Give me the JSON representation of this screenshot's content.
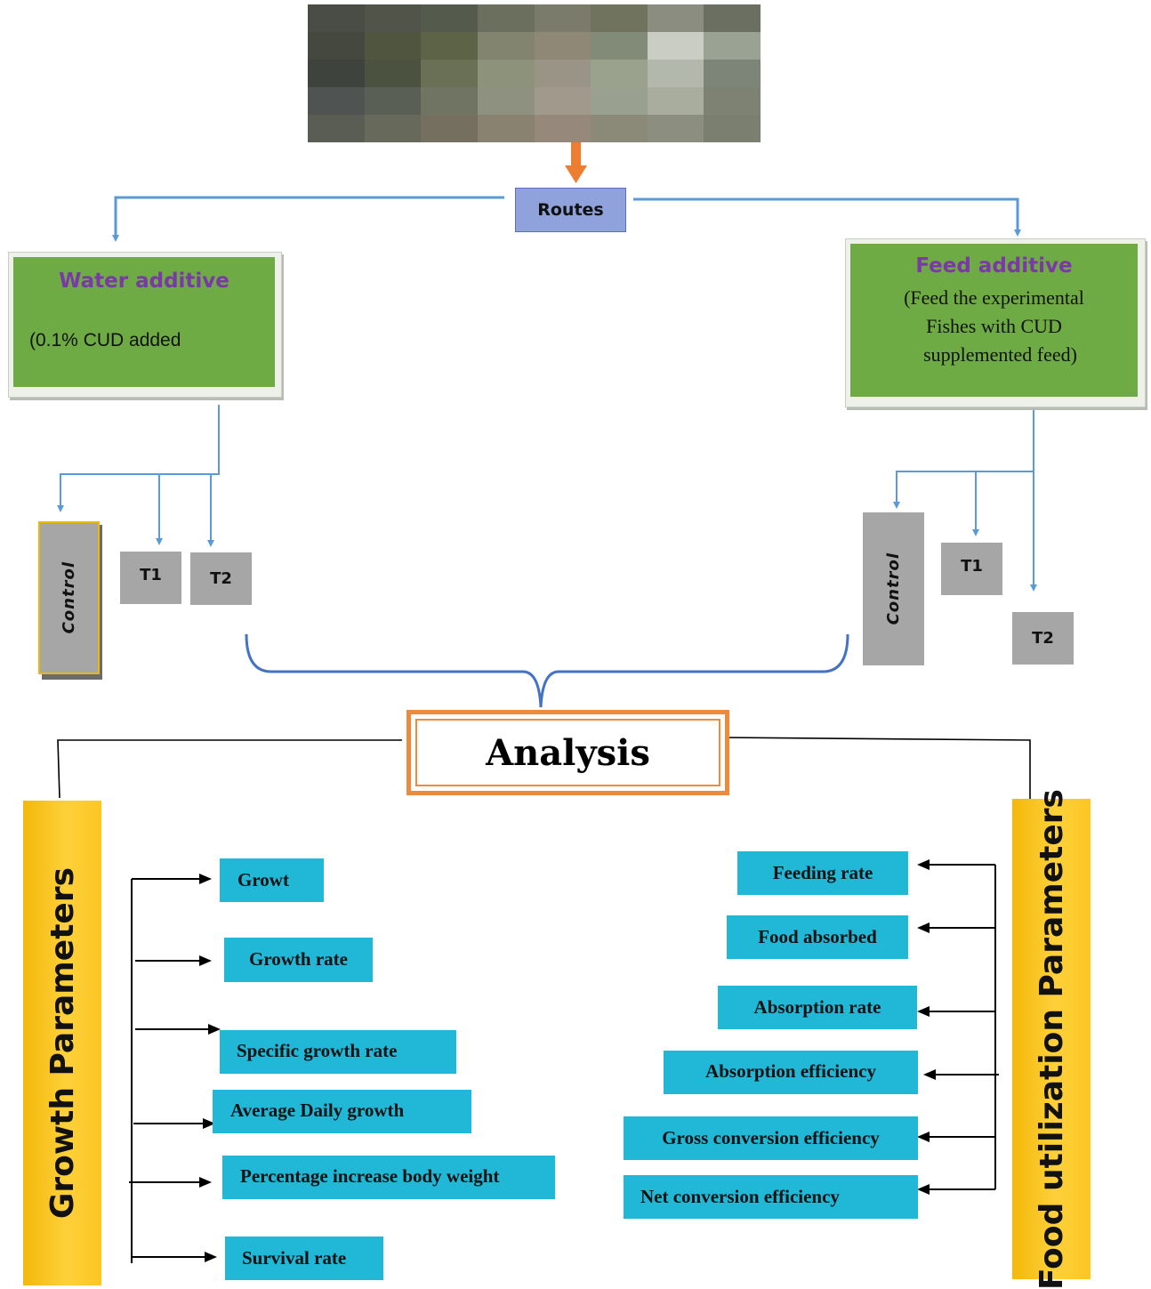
{
  "image_description_hint": "",
  "routes_label": "Routes",
  "water": {
    "title": "Water additive",
    "body": "(0.1% CUD added"
  },
  "feed": {
    "title": "Feed additive",
    "lines": [
      "(Feed the experimental",
      "Fishes with CUD",
      "supplemented feed)"
    ]
  },
  "water_groups": {
    "control": "Control",
    "t1": "T1",
    "t2": "T2"
  },
  "feed_groups": {
    "control": "Control",
    "t1": "T1",
    "t2": "T2"
  },
  "analysis": "Analysis",
  "growth_parameters": {
    "title": "Growth Parameters",
    "items": [
      "Growt",
      "Growth rate",
      "Specific growth rate",
      "Average Daily growth",
      "Percentage increase body weight",
      "Survival rate"
    ]
  },
  "food_parameters": {
    "title": "Food utilization Parameters",
    "items": [
      "Feeding rate",
      "Food absorbed",
      "Absorption rate",
      "Absorption efficiency",
      "Gross conversion efficiency",
      "Net conversion efficiency"
    ]
  },
  "colors": {
    "blue_arrow": "#5b9bd5",
    "orange_arrow": "#ed7d31",
    "green_box": "#6fab44",
    "purple_title": "#7a38a8",
    "gray_box": "#a6a6a6",
    "cyan_box": "#21b7d6",
    "yellow_bar": "#fcc624",
    "analysis_border": "#ee8a3c"
  }
}
